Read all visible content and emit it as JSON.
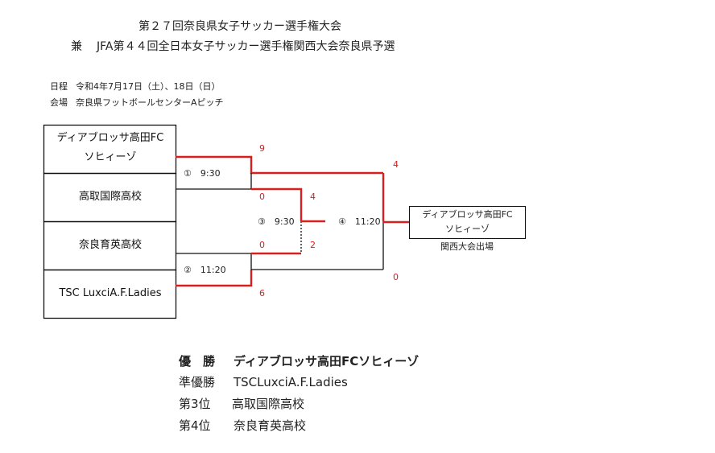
{
  "header": {
    "title_line1": "第２７回奈良県女子サッカー選手権大会",
    "title_line2_prefix": "兼",
    "title_line2": "JFA第４４回全日本女子サッカー選手権関西大会奈良県予選"
  },
  "info": {
    "date_label": "日程",
    "date_value": "令和4年7月17日（土）、18日（日）",
    "venue_label": "会場",
    "venue_value": "奈良県フットボールセンターAピッチ"
  },
  "teams": [
    {
      "line1": "ディアブロッサ高田FC",
      "line2": "ソヒィーゾ"
    },
    {
      "line1": "高取国際高校"
    },
    {
      "line1": "奈良育英高校"
    },
    {
      "line1": "TSC LuxciA.F.Ladies"
    }
  ],
  "matches": {
    "m1": "①　9:30",
    "m2": "②　11:20",
    "m3": "③　9:30",
    "m4": "④　11:20"
  },
  "scores": {
    "m1_top": "9",
    "m1_bottom": "0",
    "m2_top": "0",
    "m2_bottom": "6",
    "m3_top": "4",
    "m3_bottom": "2",
    "m4_top": "4",
    "m4_bottom": "0"
  },
  "winner": {
    "line1": "ディアブロッサ高田FC",
    "line2": "ソヒィーゾ",
    "note": "関西大会出場"
  },
  "results": {
    "first_label": "優　勝",
    "first_value": "ディアブロッサ高田FCソヒィーゾ",
    "second_label": "準優勝",
    "second_value": "TSCLuxciA.F.Ladies",
    "third_label": "第3位",
    "third_value": "高取国際高校",
    "fourth_label": "第4位",
    "fourth_value": "奈良育英高校"
  },
  "colors": {
    "winner_line": "#d62020",
    "line": "#111111",
    "score": "#d62020"
  }
}
